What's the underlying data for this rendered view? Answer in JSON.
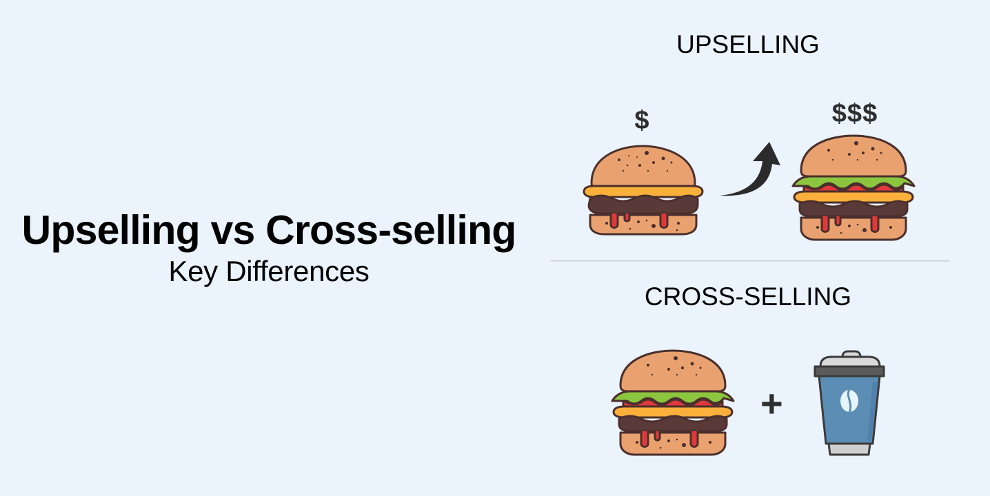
{
  "title": {
    "main": "Upselling vs Cross-selling",
    "sub": "Key Differences"
  },
  "upselling": {
    "label": "UPSELLING",
    "basic_item": {
      "name": "plain burger",
      "price_label": "$"
    },
    "upgraded_item": {
      "name": "deluxe burger",
      "price_label": "$$$"
    },
    "arrow": "curved-up-arrow"
  },
  "cross_selling": {
    "label": "CROSS-SELLING",
    "item_one": "deluxe burger",
    "operator": "+",
    "item_two": "coffee cup"
  },
  "colors": {
    "background": "#ebf3fd",
    "bun": "#e9a26f",
    "outline": "#4a2f2c",
    "cheese": "#fbb03b",
    "patty": "#5a3a38",
    "lettuce": "#8cc63f",
    "tomato": "#e0393c",
    "cup_blue": "#5b8db5",
    "lid_gray": "#555555",
    "divider": "#d9dde3"
  }
}
